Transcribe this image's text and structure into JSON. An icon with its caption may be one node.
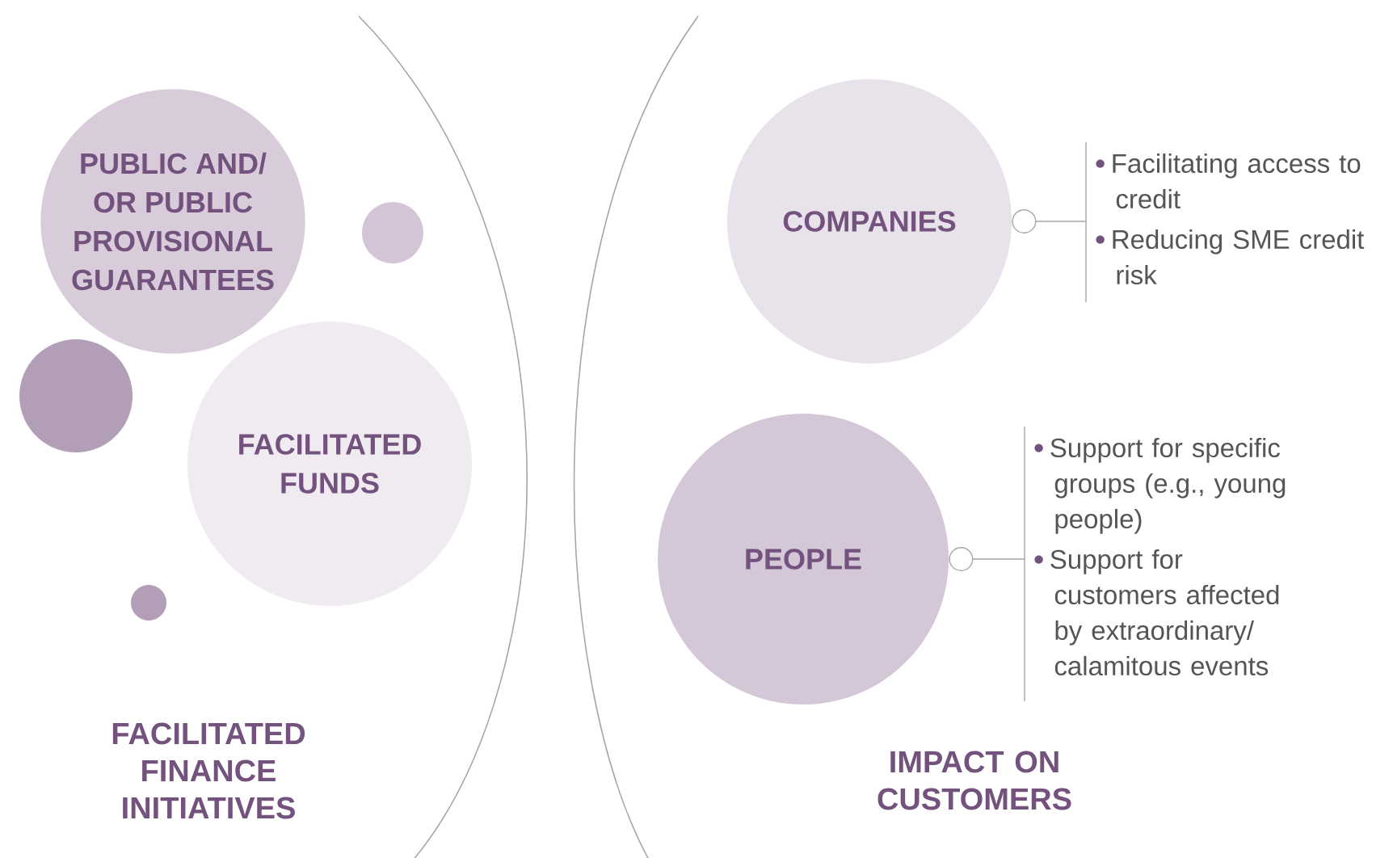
{
  "diagram": {
    "nodes": [
      {
        "text": [
          "PUBLIC AND/ OR PUBLIC PROVISIONAL GUARANTEES"
        ]
      },
      {
        "text": [],
        "shape": "circle"
      },
      {
        "text": [],
        "shape": "circle"
      },
      {
        "text": [
          "FACILITATED FUNDS"
        ]
      },
      {
        "text": [],
        "shape": "circle"
      },
      {
        "text": [
          "COMPANIES"
        ]
      },
      {
        "text": [
          "Facilitating access to credit",
          "Reducing SME credit risk"
        ]
      },
      {
        "text": [
          "PEOPLE"
        ]
      },
      {
        "text": [
          "Support for specific groups (e.g., young people)",
          "Support for customers affected by extraordinary/ calamitous events"
        ]
      }
    ],
    "edges": [
      {
        "from": 5,
        "to": 6,
        "arrow": "other"
      },
      {
        "from": 7,
        "to": 8,
        "arrow": "other"
      }
    ],
    "labels": [
      "FACILITATED FINANCE INITIATIVES",
      "IMPACT ON CUSTOMERS"
    ]
  }
}
